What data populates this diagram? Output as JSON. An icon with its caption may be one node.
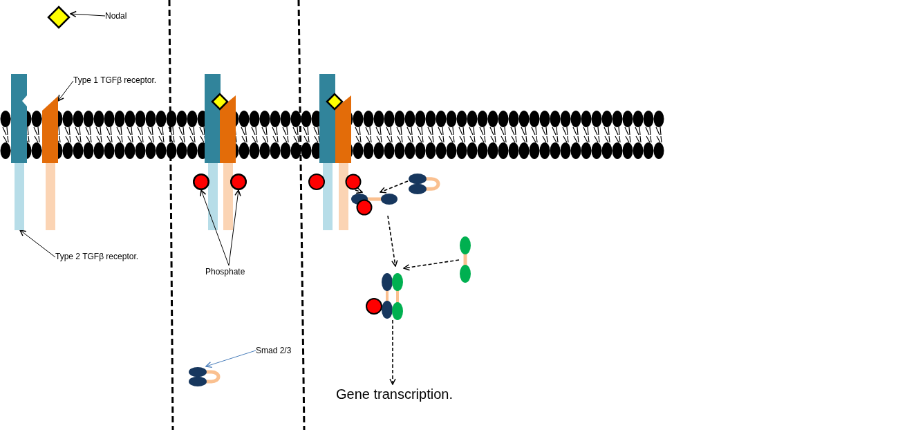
{
  "diagram": {
    "nodes": [
      {
        "text": [
          "Nodal"
        ]
      },
      {
        "text": [],
        "shape": "diamond"
      },
      {
        "text": [
          "Type 1 TGFβ receptor."
        ]
      },
      {
        "text": [],
        "shape": "box"
      },
      {
        "text": [
          "Type 2 TGFβ receptor."
        ]
      },
      {
        "text": [],
        "shape": "box"
      },
      {
        "text": [
          "Phosphate"
        ]
      },
      {
        "text": [],
        "shape": "circle"
      },
      {
        "text": [],
        "shape": "circle"
      },
      {
        "text": [
          "Smad 2/3"
        ]
      },
      {
        "text": [],
        "shape": "picture"
      },
      {
        "text": [],
        "shape": "picture"
      },
      {
        "text": [],
        "shape": "picture"
      },
      {
        "text": [],
        "shape": "picture"
      },
      {
        "text": [],
        "shape": "picture"
      },
      {
        "text": [
          "Gene transcription."
        ]
      },
      {
        "text": [],
        "shape": "circle"
      }
    ],
    "edges": [
      {
        "from": 0,
        "to": 1,
        "arrow": "to"
      },
      {
        "from": 2,
        "to": 5,
        "arrow": "to"
      },
      {
        "from": 4,
        "to": 3,
        "arrow": "to"
      },
      {
        "from": 6,
        "to": 7,
        "arrow": "to"
      },
      {
        "from": 6,
        "to": 8,
        "arrow": "to"
      },
      {
        "from": 9,
        "to": 10,
        "arrow": "to",
        "color": "#4a7ebb"
      },
      {
        "from": 11,
        "to": 12,
        "arrow": "to",
        "style": "dashed"
      },
      {
        "from": 16,
        "to": 12,
        "arrow": "to",
        "style": "dashed"
      },
      {
        "from": 12,
        "to": 14,
        "arrow": "to",
        "style": "dashed"
      },
      {
        "from": 13,
        "to": 14,
        "arrow": "to",
        "style": "dashed"
      },
      {
        "from": 14,
        "to": 15,
        "arrow": "to",
        "style": "dashed"
      }
    ]
  }
}
